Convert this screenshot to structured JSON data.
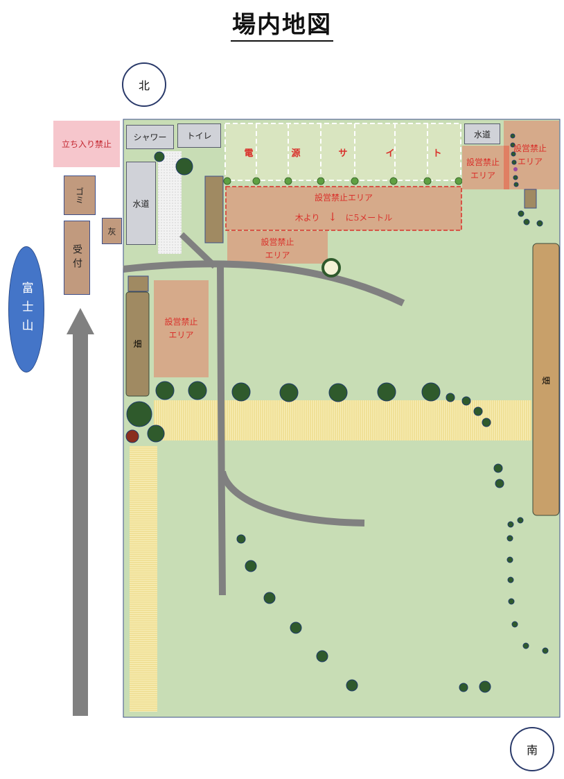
{
  "title": "場内地図",
  "compass": {
    "north": "北",
    "south": "南"
  },
  "outside": {
    "no_entry": "立ち入り禁止",
    "trash": "ゴミ",
    "reception": "受付",
    "ash": "灰",
    "mt_fuji": "富士山"
  },
  "facilities": {
    "shower": "シャワー",
    "toilet": "トイレ",
    "water_left": "水道",
    "water_right": "水道"
  },
  "power_site": {
    "chars": [
      "電",
      "源",
      "サ",
      "イ",
      "ト"
    ]
  },
  "no_camp": {
    "main_label": "設営禁止エリア",
    "distance_note_a": "木より",
    "distance_note_b": "に5メートル",
    "arrow": "↓",
    "area_label": "設営禁止",
    "area_label_2": "エリア"
  },
  "fields": {
    "left": "畑",
    "right": "畑"
  },
  "colors": {
    "grass": "#c8ddb5",
    "path": "#808080",
    "tree": "#2f5a2c",
    "no_camp_area": "#d6aa8a",
    "straw": "#f4e8a8",
    "fuji": "#4475c8"
  }
}
